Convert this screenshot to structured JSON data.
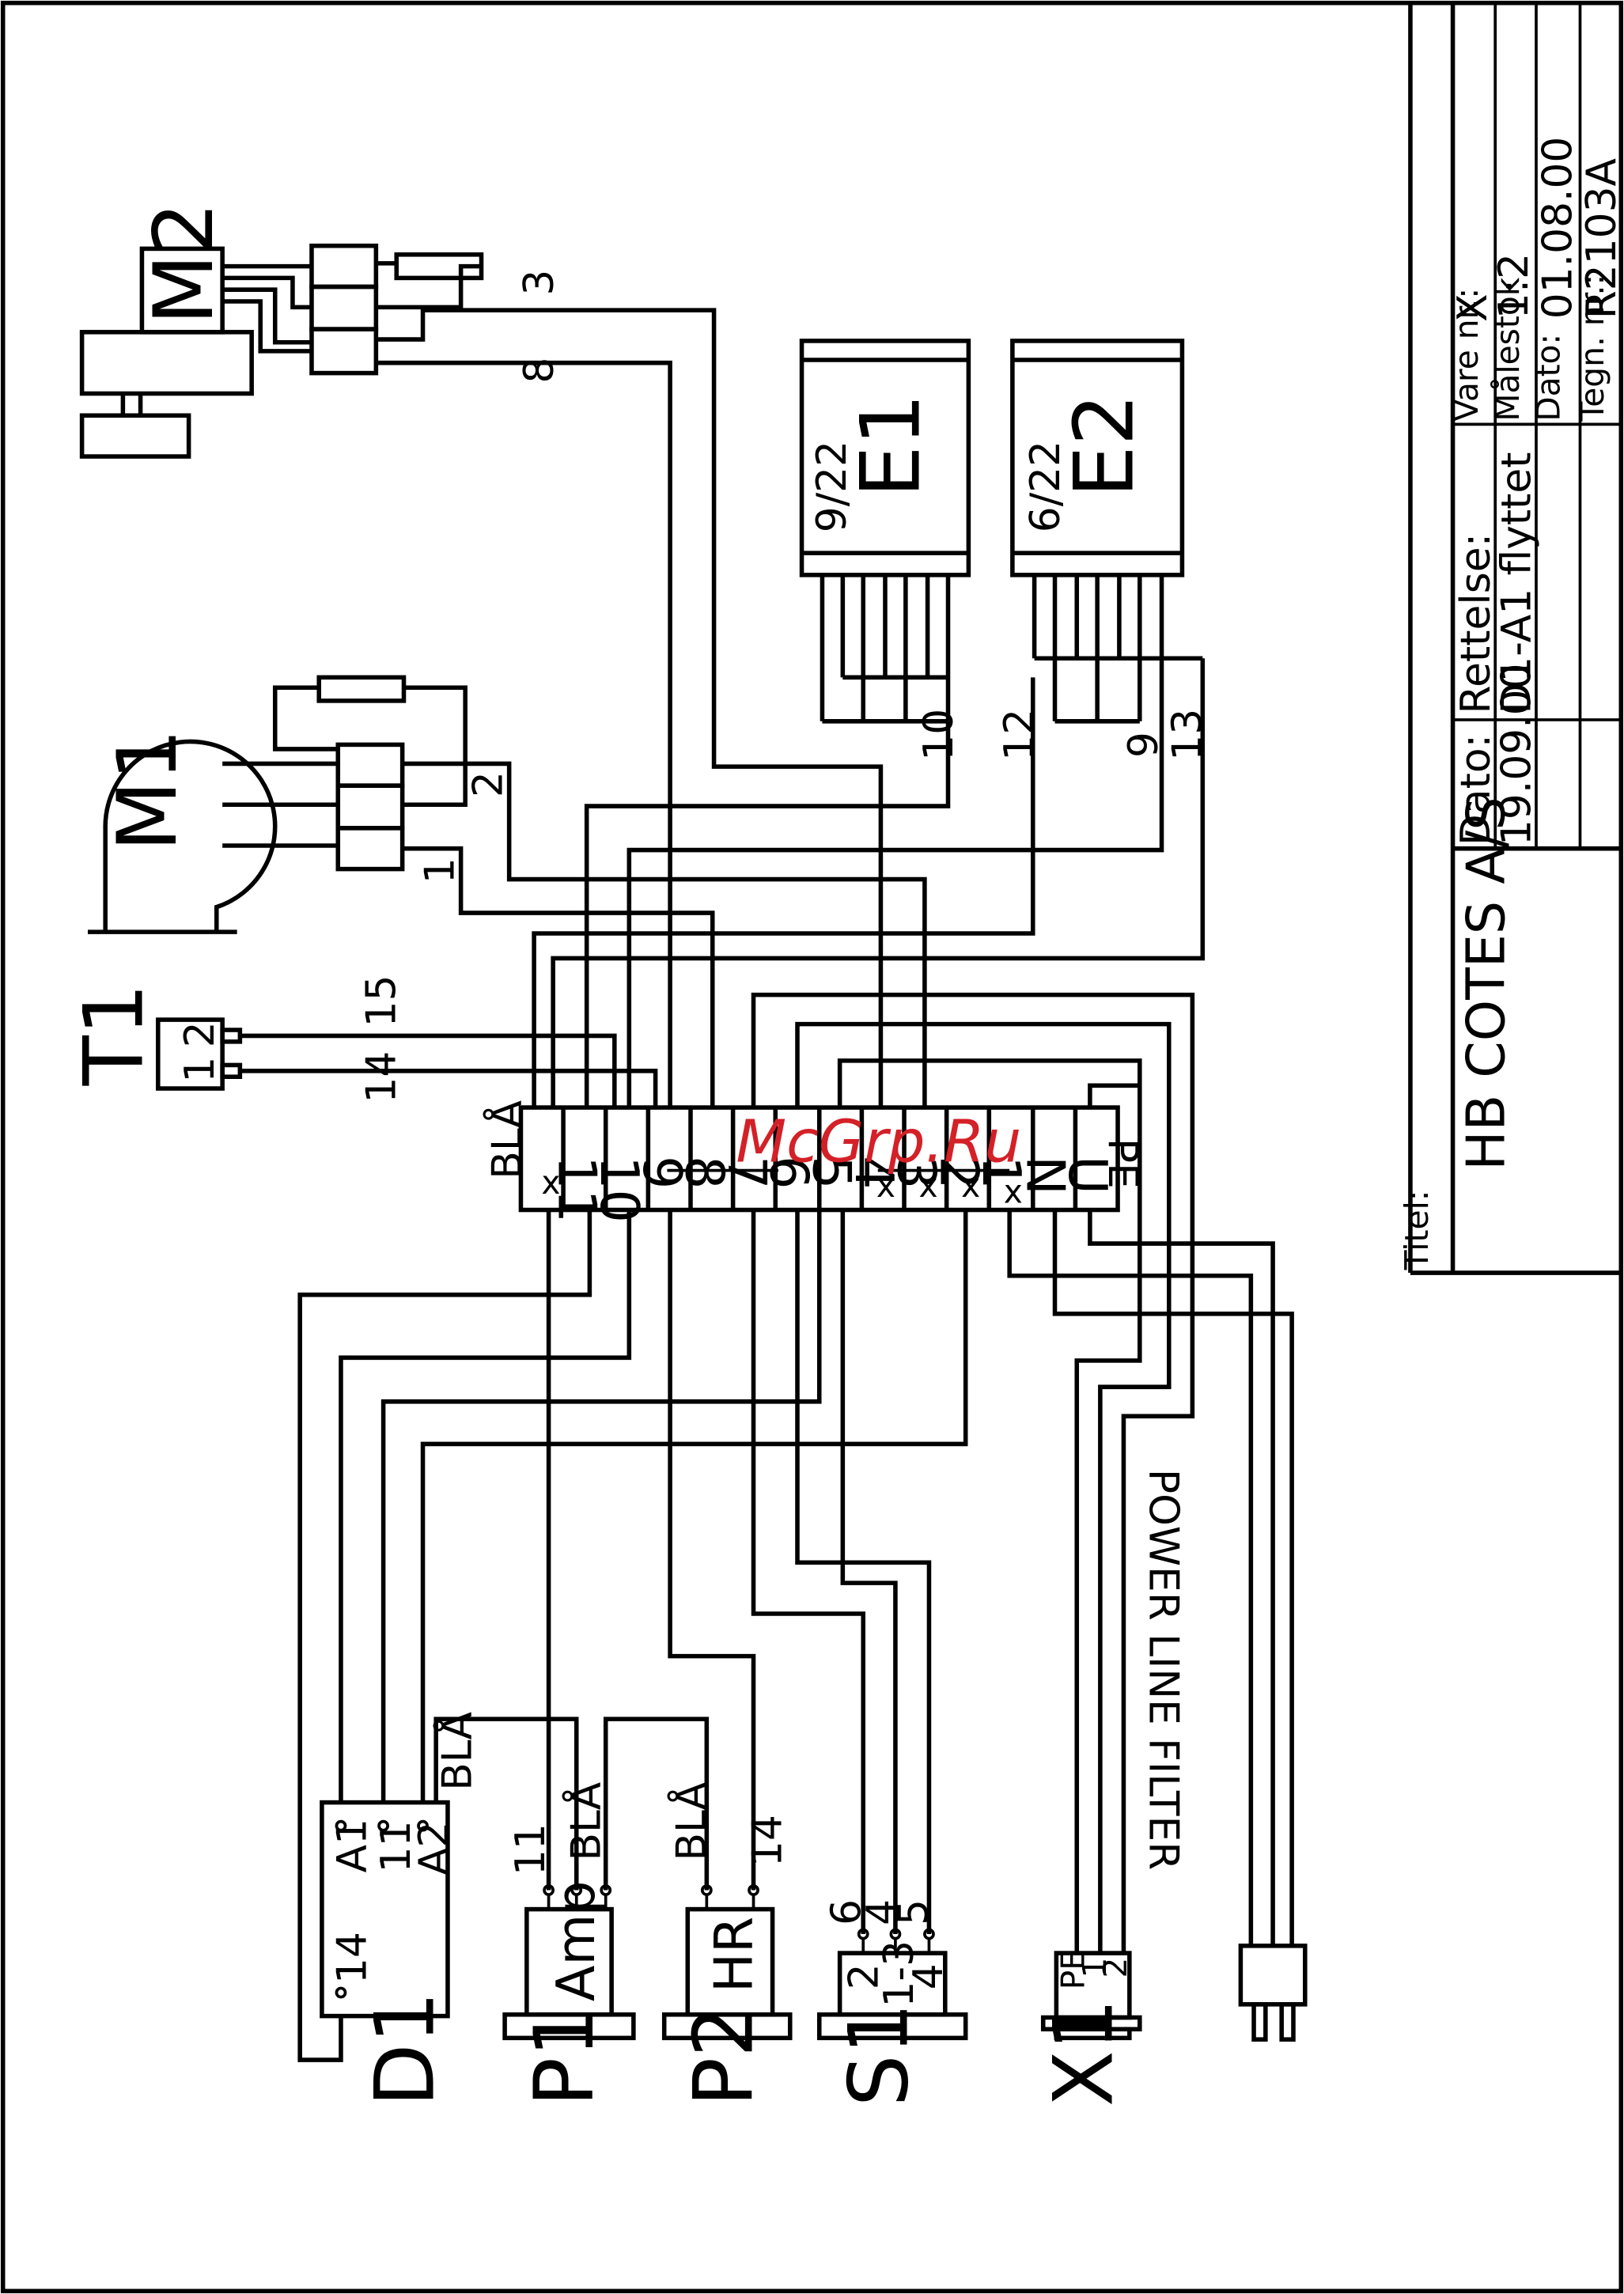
{
  "components": {
    "M1": "M1",
    "M2": "M2",
    "T1": "T1",
    "E1": "E1",
    "E2": "E2",
    "E1_rating": "9/22",
    "E2_rating": "6/22",
    "D1": "D1",
    "P1": "P1",
    "P2": "P2",
    "S1": "S1",
    "X1": "X1"
  },
  "wire_numbers": {
    "w3": "3",
    "w8": "8",
    "w2": "2",
    "w1": "1",
    "w10": "10",
    "w12": "12",
    "w9": "9",
    "w13": "13",
    "w15": "15",
    "w14": "14"
  },
  "t1_pins": {
    "p1": "1",
    "p2": "2"
  },
  "terminal_block": {
    "label": "BLÅ",
    "terminals": [
      "11",
      "10",
      "9",
      "8",
      "7",
      "6",
      "5",
      "4",
      "3",
      "2",
      "1",
      "N",
      "U",
      "PE"
    ],
    "marks": [
      "x",
      "x",
      "x",
      "x",
      "x"
    ]
  },
  "d1": {
    "a1": "A1",
    "p11": "11",
    "a2": "A2",
    "p14": "14",
    "bla": "BLÅ"
  },
  "p1": {
    "name": "Amp",
    "p11": "11",
    "bla": "BLÅ"
  },
  "p2": {
    "name": "HR",
    "bla": "BLÅ",
    "p14": "14"
  },
  "s1": {
    "p6": "6",
    "p4": "4",
    "p5": "5",
    "i2": "2",
    "i13": "1-3",
    "i4": "4"
  },
  "x1": {
    "pe": "PE",
    "p1": "1",
    "p2": "2"
  },
  "power_line_filter": "POWER LINE FILTER",
  "title_block": {
    "titel_label": "Titel:",
    "title": "HB COTES A/S",
    "dato_label": "Dato:",
    "dato_value": "19.09.00",
    "rettelse_label": "Rettelse:",
    "rettelse_value": "D1-A1 flyttet",
    "vare_label": "Vare nr.:",
    "vare_value": "X",
    "malestok_label": "Målestok",
    "malestok_value": "1:2",
    "dato2_label": "Dato:",
    "dato2_value": "01.08.00",
    "tegn_label": "Tegn. nr.:",
    "tegn_value": "R2103A"
  },
  "watermark": "McGrp.Ru"
}
